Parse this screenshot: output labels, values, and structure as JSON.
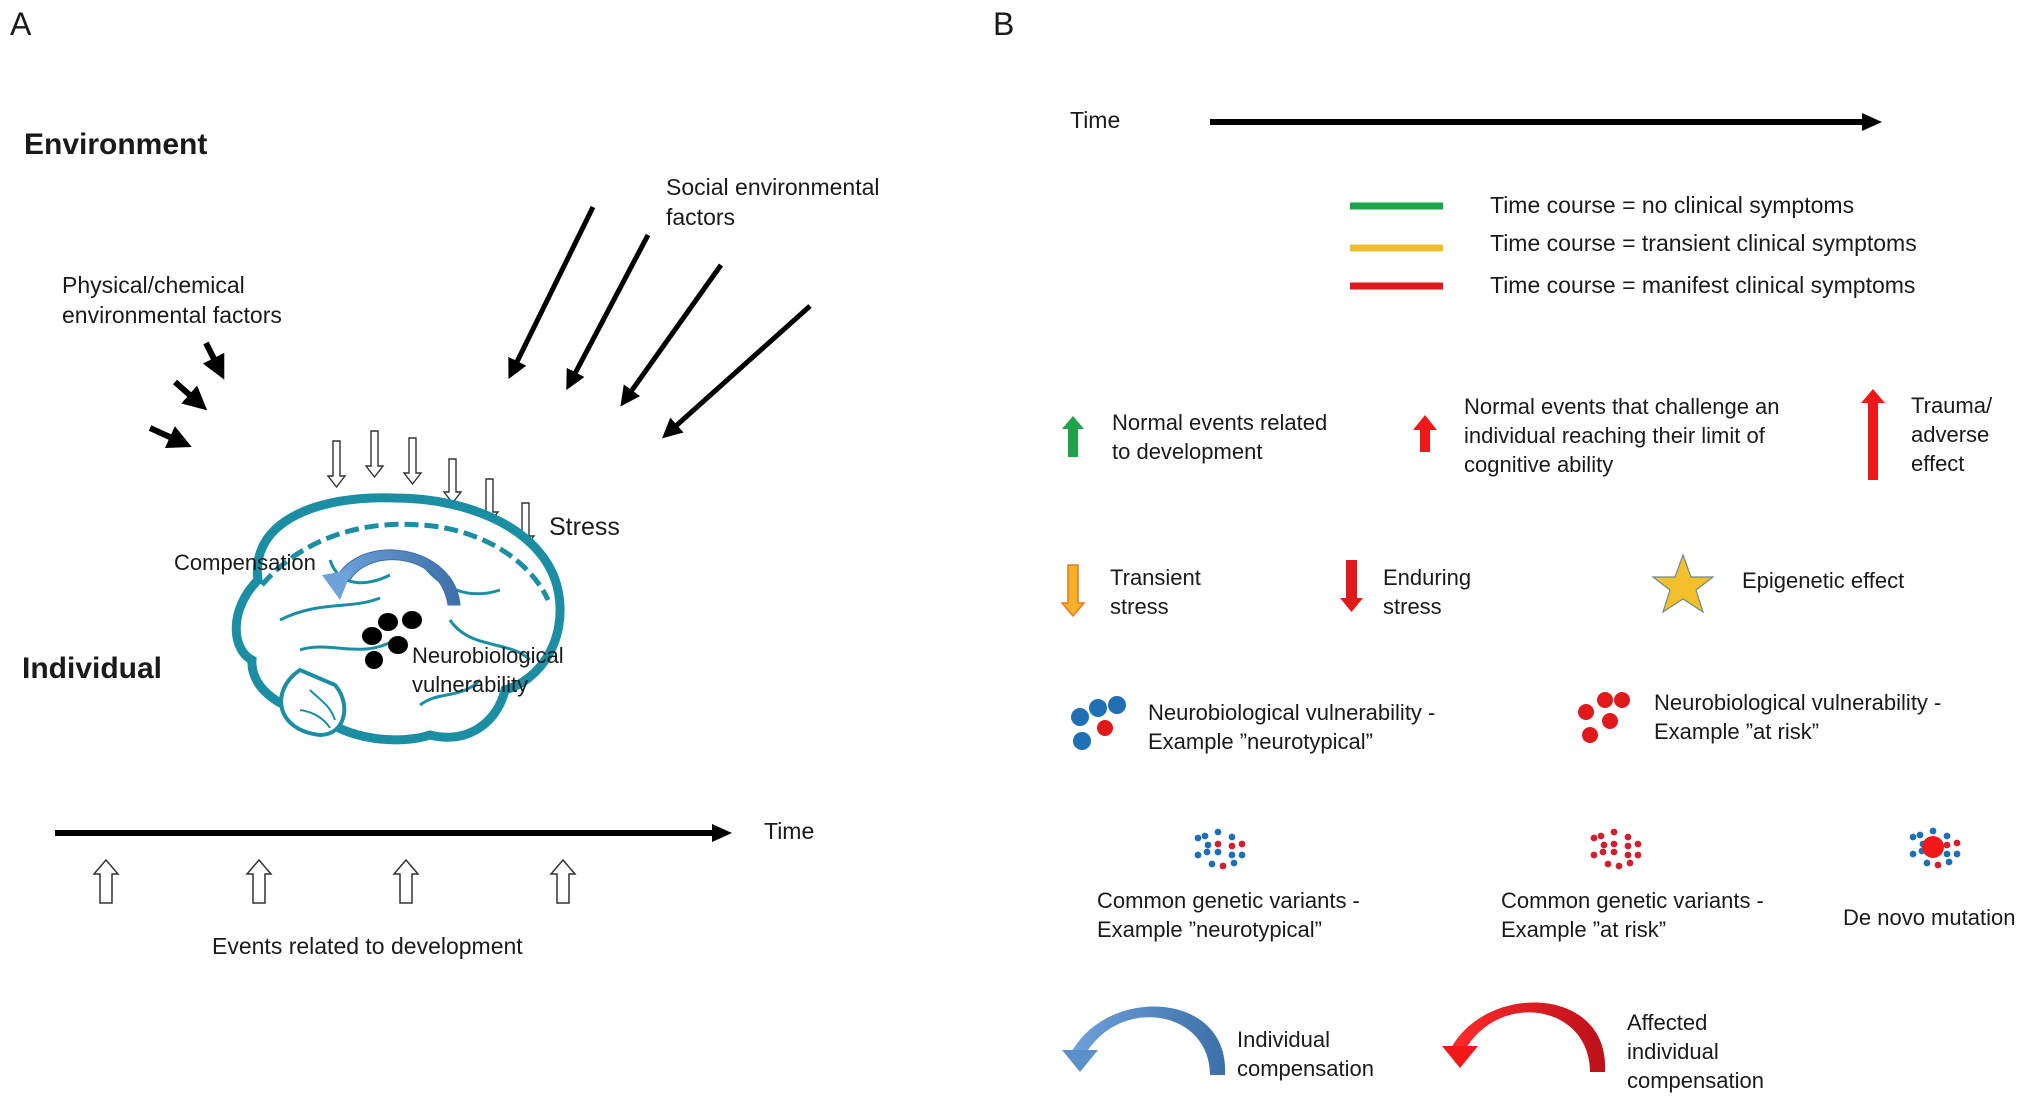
{
  "panel_a": {
    "label": "A",
    "environment_heading": "Environment",
    "individual_heading": "Individual",
    "social_factors": "Social environmental\nfactors",
    "physical_factors": "Physical/chemical\nenvironmental factors",
    "stress_label": "Stress",
    "compensation_label": "Compensation",
    "vulnerability_label": "Neurobiological\nvulnerability",
    "time_label": "Time",
    "dev_events_label": "Events related to development",
    "colors": {
      "brain": "#1b8ea3",
      "compensation_arrow": "#5b8fc8",
      "arrows": "#000000"
    }
  },
  "panel_b": {
    "label": "B",
    "time_label": "Time",
    "time_course_legend": [
      {
        "label": "Time course = no clinical symptoms",
        "color": "#1ea34a"
      },
      {
        "label": "Time course = transient clinical symptoms",
        "color": "#f0be2e"
      },
      {
        "label": "Time course = manifest clinical symptoms",
        "color": "#e01a1a"
      }
    ],
    "event_legend": [
      {
        "icon": "green-up-arrow",
        "label": "Normal events related\nto development",
        "color": "#1ea34a"
      },
      {
        "icon": "red-up-arrow-short",
        "label": "Normal events that challenge an\nindividual reaching their limit of\ncognitive ability",
        "color": "#f01818"
      },
      {
        "icon": "red-up-arrow-long",
        "label": "Trauma/\nadverse\neffect",
        "color": "#f01818"
      }
    ],
    "stress_legend": [
      {
        "icon": "orange-down-arrow",
        "label": "Transient\nstress",
        "color": "#f5b12a"
      },
      {
        "icon": "red-down-arrow",
        "label": "Enduring\nstress",
        "color": "#e01a1a"
      },
      {
        "icon": "star",
        "label": "Epigenetic effect",
        "color": "#f3c02c"
      }
    ],
    "vulnerability_legend": [
      {
        "label": "Neurobiological vulnerability -\nExample ”neurotypical”"
      },
      {
        "label": "Neurobiological vulnerability -\nExample ”at risk”"
      }
    ],
    "genetic_legend": [
      {
        "label": "Common genetic variants -\nExample ”neurotypical”"
      },
      {
        "label": "Common genetic variants -\nExample ”at risk”"
      },
      {
        "label": "De novo mutation"
      }
    ],
    "compensation_legend": [
      {
        "label": "Individual\ncompensation",
        "color": "#5b8fc8"
      },
      {
        "label": "Affected\nindividual\ncompensation",
        "color": "#e61717"
      }
    ],
    "dot_colors": {
      "blue": "#1f6fb5",
      "red": "#d11f2e"
    }
  }
}
